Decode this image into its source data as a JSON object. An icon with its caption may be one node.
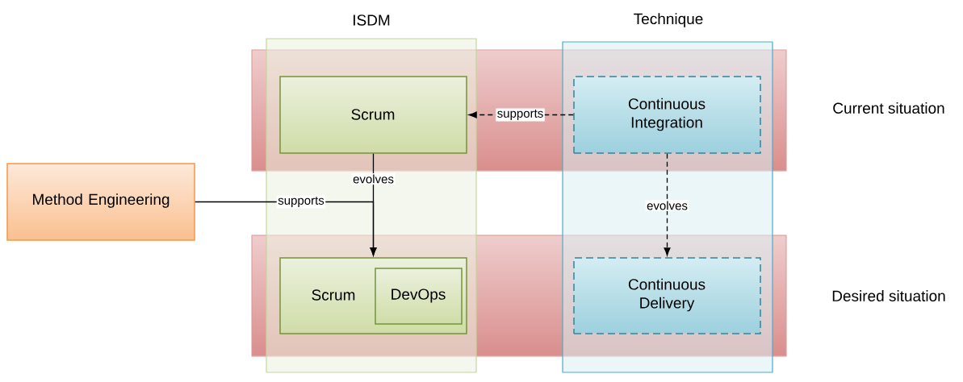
{
  "diagram": {
    "nodes": [
      {
        "text": [
          "Scrum"
        ]
      },
      {
        "text": [
          "Continuous Integration"
        ]
      },
      {
        "text": [
          "Scrum"
        ]
      },
      {
        "text": [
          "DevOps"
        ],
        "in": 2
      },
      {
        "text": [
          "Continuous Delivery"
        ]
      },
      {
        "text": [
          "Method Engineering"
        ]
      }
    ],
    "edges": [
      {
        "from": 1,
        "to": 0,
        "arrow": "to",
        "label": "supports",
        "style": "dashed"
      },
      {
        "from": 0,
        "to": 2,
        "arrow": "to",
        "label": "evolves"
      },
      {
        "from": 5,
        "to": 2,
        "arrow": "to",
        "label": "supports"
      },
      {
        "from": 1,
        "to": 4,
        "arrow": "to",
        "label": "evolves",
        "style": "dashed"
      }
    ],
    "labels": [
      "ISDM",
      "Technique",
      "Current situation",
      "Desired situation"
    ]
  }
}
